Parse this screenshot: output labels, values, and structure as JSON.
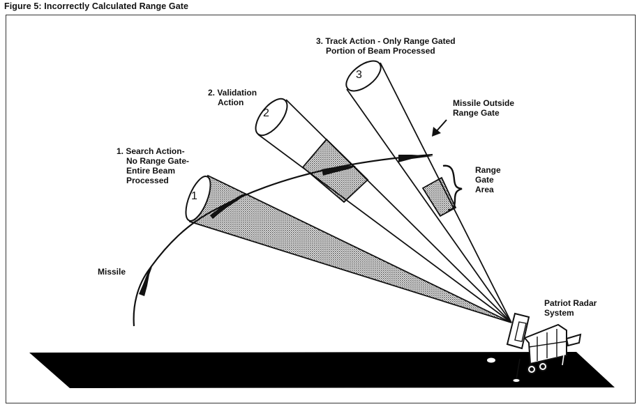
{
  "figure": {
    "title": "Figure 5: Incorrectly Calculated Range Gate"
  },
  "beams": [
    {
      "number": "1",
      "label_lines": [
        "1. Search Action-",
        "No Range Gate-",
        "Entire Beam",
        "Processed"
      ],
      "shading": "entire-beam"
    },
    {
      "number": "2",
      "label_lines": [
        "2. Validation",
        "Action"
      ],
      "shading": "range-gate-segment"
    },
    {
      "number": "3",
      "label_lines": [
        "3. Track Action - Only Range Gated",
        "Portion of Beam Processed"
      ],
      "shading": "range-gate-segment"
    }
  ],
  "annotations": {
    "missile_outside": [
      "Missile Outside",
      "Range Gate"
    ],
    "range_gate_area": [
      "Range",
      "Gate",
      "Area"
    ],
    "missile": "Missile",
    "radar": [
      "Patriot Radar",
      "System"
    ]
  },
  "colors": {
    "ink": "#111111",
    "shade": "#8a8a8a",
    "ground": "#000000",
    "background": "#ffffff"
  }
}
